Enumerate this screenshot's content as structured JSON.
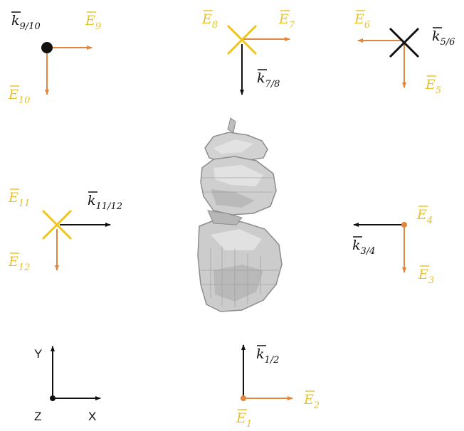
{
  "colors": {
    "field": "#e2863e",
    "field_label": "#e8c22e",
    "wave": "#111111",
    "yellow_cross": "#f0c419",
    "black_cross": "#111111",
    "shape_fill": "#cfcfcf",
    "shape_dark": "#8d8d8d"
  },
  "labels": {
    "k9_10": {
      "base": "k",
      "sub": "9/10"
    },
    "E9": {
      "base": "E",
      "sub": "9"
    },
    "E10": {
      "base": "E",
      "sub": "10"
    },
    "E8": {
      "base": "E",
      "sub": "8"
    },
    "E7": {
      "base": "E",
      "sub": "7"
    },
    "k7_8": {
      "base": "k",
      "sub": "7/8"
    },
    "E6": {
      "base": "E",
      "sub": "6"
    },
    "k5_6": {
      "base": "k",
      "sub": "5/6"
    },
    "E5": {
      "base": "E",
      "sub": "5"
    },
    "E11": {
      "base": "E",
      "sub": "11"
    },
    "k11_12": {
      "base": "k",
      "sub": "11/12"
    },
    "E12": {
      "base": "E",
      "sub": "12"
    },
    "E4": {
      "base": "E",
      "sub": "4"
    },
    "k3_4": {
      "base": "k",
      "sub": "3/4"
    },
    "E3": {
      "base": "E",
      "sub": "3"
    },
    "k1_2": {
      "base": "k",
      "sub": "1/2"
    },
    "E2": {
      "base": "E",
      "sub": "2"
    },
    "E1": {
      "base": "E",
      "sub": "1"
    }
  },
  "axes": {
    "y": "Y",
    "x": "X",
    "z": "Z"
  }
}
